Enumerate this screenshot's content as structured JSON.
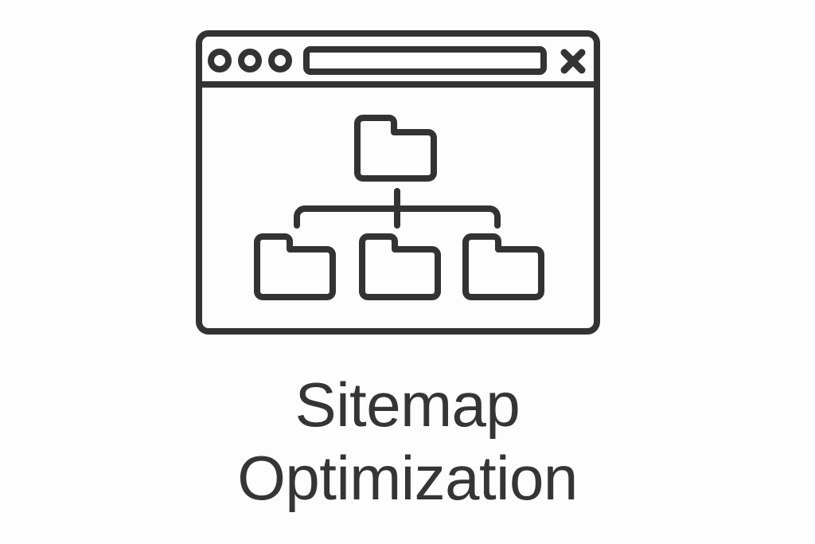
{
  "page": {
    "background_color": "#fdfdfd",
    "stroke_color": "#333333",
    "text_color": "#353535"
  },
  "illustration": {
    "name": "sitemap-optimization-linear-icon",
    "description": "Line-art browser window containing a folder hierarchy tree",
    "browser_window": {
      "title_bar": {
        "dots": [
          {
            "name": "window-dot-1"
          },
          {
            "name": "window-dot-2"
          },
          {
            "name": "window-dot-3"
          }
        ],
        "address_bar": {
          "value": "",
          "placeholder": ""
        },
        "close_label": "X"
      },
      "content": {
        "tree": {
          "root_folder": {
            "label": ""
          },
          "child_folders": [
            {
              "label": ""
            },
            {
              "label": ""
            },
            {
              "label": ""
            }
          ],
          "connector": "one-to-three-branch"
        }
      }
    }
  },
  "caption": {
    "line1": "Sitemap",
    "line2": "Optimization",
    "full_text": "Sitemap Optimization"
  }
}
